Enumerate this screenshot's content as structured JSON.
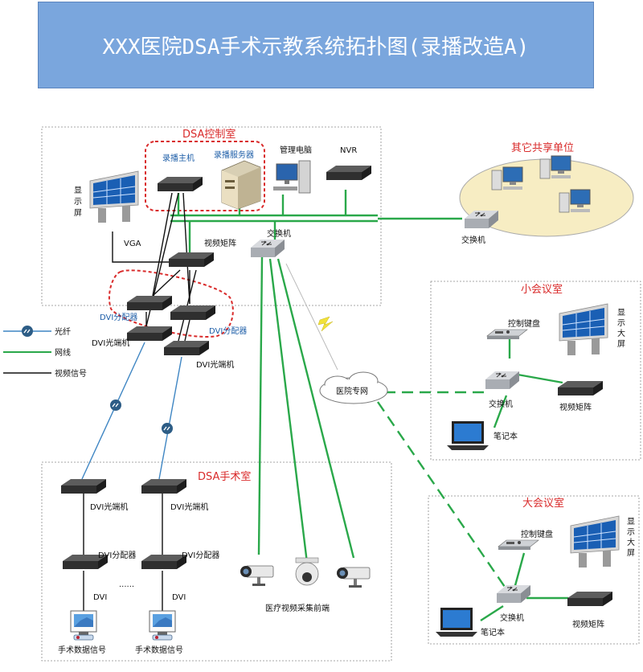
{
  "title": "XXX医院DSA手术示教系统拓扑图(录播改造A)",
  "rooms": {
    "control": "DSA控制室",
    "surgery": "DSA手术室",
    "small_meeting": "小会议室",
    "large_meeting": "大会议室",
    "other_units": "其它共享单位"
  },
  "labels": {
    "recording_host": "录播主机",
    "recording_server": "录播服务器",
    "mgmt_pc": "管理电脑",
    "nvr": "NVR",
    "display_v": [
      "显",
      "示",
      "屏"
    ],
    "display_big_v": [
      "显",
      "示",
      "大",
      "屏"
    ],
    "vga": "VGA",
    "video_matrix": "视频矩阵",
    "switch": "交换机",
    "dvi_splitter": "DVI分配器",
    "dvi_fiber": "DVI光端机",
    "control_keyboard": "控制键盘",
    "notebook": "笔记本",
    "hospital_net": "医院专网",
    "dvi": "DVI",
    "ellipsis": "......",
    "surgery_signal": "手术数据信号",
    "camera_front": "医疗视频采集前端"
  },
  "legend": {
    "fiber": "光纤",
    "network": "网线",
    "video": "视频信号"
  },
  "colors": {
    "banner": "#7aa6dd",
    "network_line": "#2aa84a",
    "fiber_line": "#3f86c3",
    "video_line": "#111111",
    "red": "#d92b2b"
  }
}
